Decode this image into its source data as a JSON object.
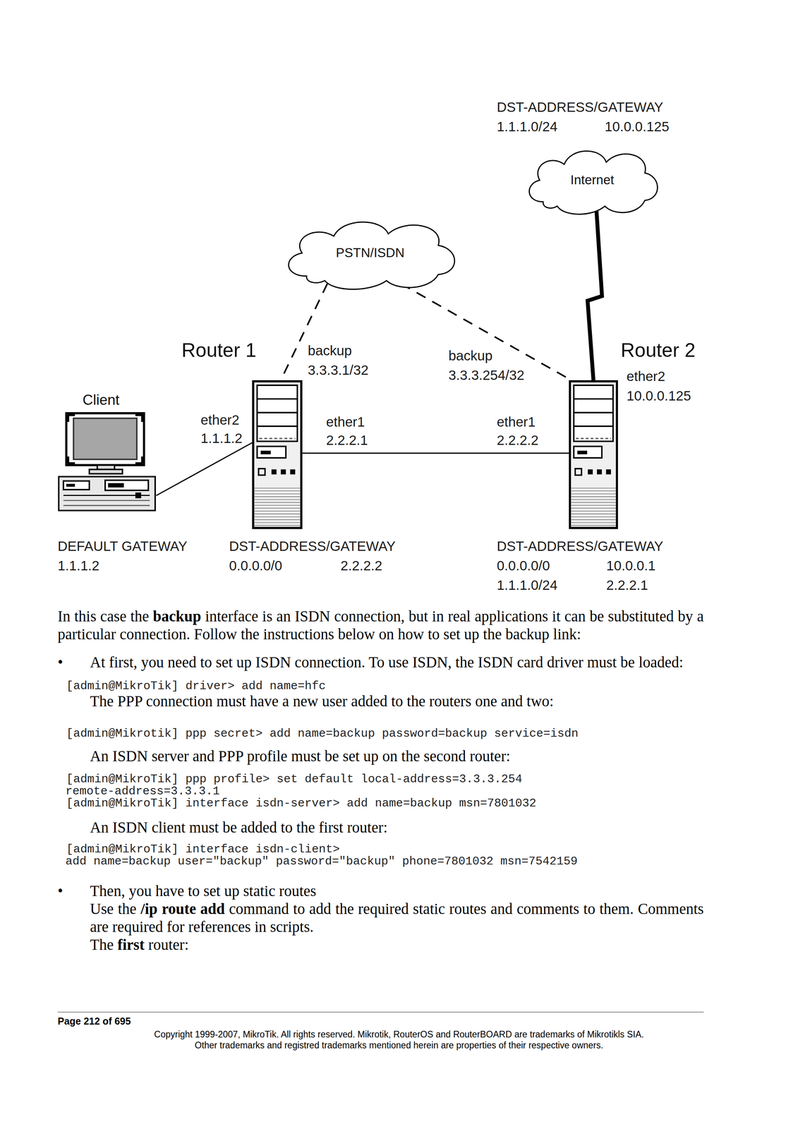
{
  "diagram": {
    "nodes": [
      {
        "text": [
          "Internet"
        ]
      },
      {
        "text": [
          "PSTN/ISDN"
        ]
      },
      {
        "text": [
          "Router 1"
        ]
      },
      {
        "text": [
          "Router 2"
        ]
      },
      {
        "text": [
          "Client"
        ]
      }
    ],
    "edges": [
      {
        "from": 1,
        "to": 2,
        "arrow": "none"
      },
      {
        "from": 1,
        "to": 3,
        "arrow": "none"
      },
      {
        "from": 0,
        "to": 3,
        "arrow": "none"
      },
      {
        "from": 2,
        "to": 3,
        "arrow": "none"
      },
      {
        "from": 4,
        "to": 2,
        "arrow": "none"
      }
    ],
    "labels": [
      "DST-ADDRESS/GATEWAY",
      "1.1.1.0/24",
      "10.0.0.125",
      "backup",
      "3.3.3.1/32",
      "backup",
      "3.3.3.254/32",
      "ether2",
      "10.0.0.125",
      "ether2",
      "1.1.1.2",
      "ether1",
      "2.2.2.1",
      "ether1",
      "2.2.2.2",
      "DEFAULT GATEWAY",
      "1.1.1.2",
      "DST-ADDRESS/GATEWAY",
      "0.0.0.0/0",
      "2.2.2.2",
      "DST-ADDRESS/GATEWAY",
      "0.0.0.0/0",
      "10.0.0.1",
      "1.1.1.0/24",
      "2.2.2.1",
      "In this case the",
      "backup",
      "interface is an ISDN connection, but in real applications it can be substituted by a particular connection. Follow the instructions below on how to set up the backup link:",
      "•",
      "At first, you need to set up ISDN connection. To use ISDN, the ISDN card driver must be loaded:",
      "[admin@MikroTik] driver> add name=hfc",
      "The PPP connection must have a new user added to the routers one and two:",
      "[admin@Mikrotik] ppp secret> add name=backup password=backup service=isdn",
      "An ISDN server and PPP profile must be set up on the second router:",
      "[admin@MikroTik] ppp profile> set default local-address=3.3.3.254",
      "remote-address=3.3.3.1",
      "[admin@MikroTik] interface isdn-server> add name=backup msn=7801032",
      "An ISDN client must be added to the first router:",
      "[admin@MikroTik] interface isdn-client>",
      "add name=backup user=\"backup\" password=\"backup\" phone=7801032 msn=7542159",
      "•",
      "Then, you have to set up static routes",
      "Use the",
      "/ip route add",
      "command to add the required static routes and comments to them. Comments are required for references in scripts.",
      "The",
      "first",
      "router:",
      "Page 212 of 695",
      "Copyright 1999-2007, MikroTik. All rights reserved. Mikrotik, RouterOS and RouterBOARD are trademarks of Mikrotikls SIA.",
      "Other trademarks and registred trademarks mentioned herein are properties of their respective owners."
    ]
  }
}
